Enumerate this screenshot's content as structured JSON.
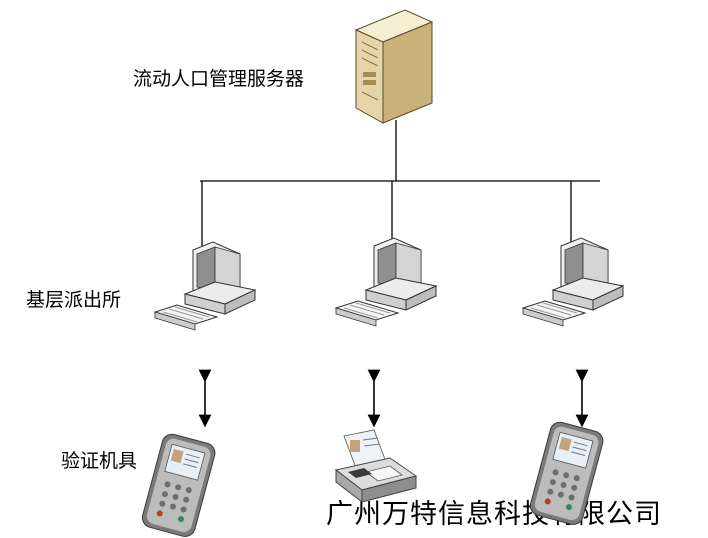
{
  "labels": {
    "server": "流动人口管理服务器",
    "station": "基层派出所",
    "device": "验证机具",
    "company": "广州万特信息科技有限公司"
  },
  "icons": {
    "server": "server-tower-icon",
    "computer": "desktop-computer-icon",
    "handheld": "handheld-terminal-icon",
    "desk_reader": "desktop-card-reader-icon",
    "arrow": "double-arrow-icon"
  },
  "colors": {
    "line": "#000000",
    "server_light": "#f3e9c8",
    "server_mid": "#d9c793",
    "server_dark": "#b7a06b",
    "pc_light": "#f2f2f2",
    "pc_mid": "#d7d7d7",
    "pc_dark": "#9a9a9a",
    "screen": "#8e8e8e"
  }
}
